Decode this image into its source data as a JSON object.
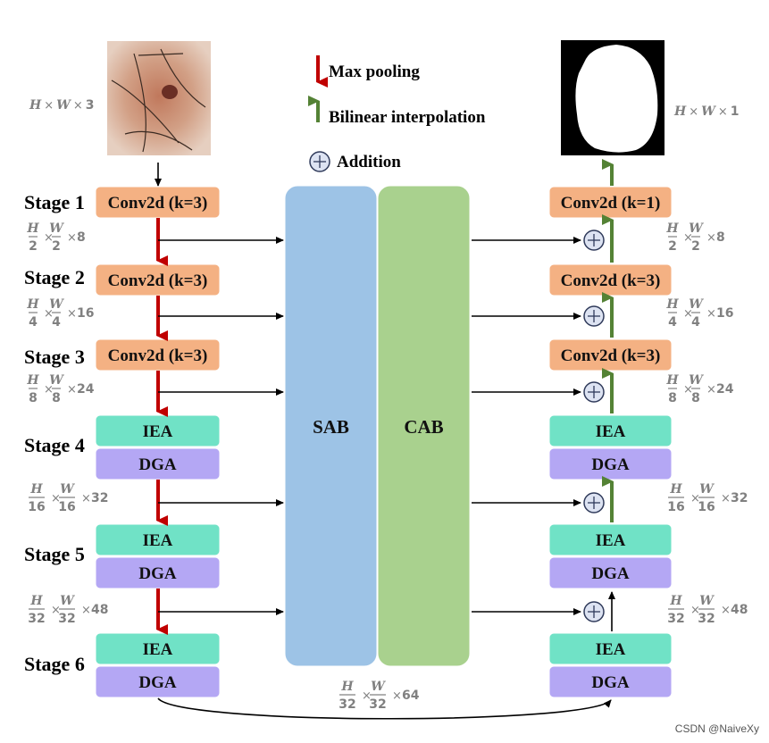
{
  "colors": {
    "conv": "#f4b183",
    "iea": "#70e2c6",
    "dga": "#b4a7f4",
    "sab": "#9dc3e6",
    "cab": "#a9d18e",
    "maxpool_arrow": "#c00000",
    "bilinear_arrow": "#548235",
    "dim_text": "#808080"
  },
  "legend": {
    "max_pooling": "Max pooling",
    "bilinear": "Bilinear interpolation",
    "addition": "Addition"
  },
  "images": {
    "input_label": {
      "parts": [
        [
          "H",
          "i"
        ],
        [
          "×",
          "x"
        ],
        [
          "W",
          "i"
        ],
        [
          "×",
          "x"
        ],
        [
          "3",
          "n"
        ]
      ]
    },
    "output_label": {
      "parts": [
        [
          "H",
          "i"
        ],
        [
          "×",
          "x"
        ],
        [
          "W",
          "i"
        ],
        [
          "×",
          "x"
        ],
        [
          "1",
          "n"
        ]
      ]
    }
  },
  "stages": [
    {
      "label": "Stage 1",
      "blocks": [
        "Conv2d (k=3)"
      ]
    },
    {
      "label": "Stage 2",
      "blocks": [
        "Conv2d (k=3)"
      ]
    },
    {
      "label": "Stage 3",
      "blocks": [
        "Conv2d (k=3)"
      ]
    },
    {
      "label": "Stage 4",
      "blocks": [
        "IEA",
        "DGA"
      ]
    },
    {
      "label": "Stage 5",
      "blocks": [
        "IEA",
        "DGA"
      ]
    },
    {
      "label": "Stage 6",
      "blocks": [
        "IEA",
        "DGA"
      ]
    }
  ],
  "decoder": [
    {
      "blocks": [
        "Conv2d (k=1)"
      ]
    },
    {
      "blocks": [
        "Conv2d (k=3)"
      ]
    },
    {
      "blocks": [
        "Conv2d (k=3)"
      ]
    },
    {
      "blocks": [
        "IEA",
        "DGA"
      ]
    },
    {
      "blocks": [
        "IEA",
        "DGA"
      ]
    },
    {
      "blocks": [
        "IEA",
        "DGA"
      ]
    }
  ],
  "bridge": {
    "sab": "SAB",
    "cab": "CAB"
  },
  "dims": [
    {
      "h": "2",
      "w": "2",
      "c": "8"
    },
    {
      "h": "4",
      "w": "4",
      "c": "16"
    },
    {
      "h": "8",
      "w": "8",
      "c": "24"
    },
    {
      "h": "16",
      "w": "16",
      "c": "32"
    },
    {
      "h": "32",
      "w": "32",
      "c": "48"
    }
  ],
  "bottom_dim": {
    "h": "32",
    "w": "32",
    "c": "64"
  },
  "frac": {
    "num_h": "H",
    "num_w": "W",
    "times": "×"
  },
  "watermark": "CSDN @NaiveXy"
}
